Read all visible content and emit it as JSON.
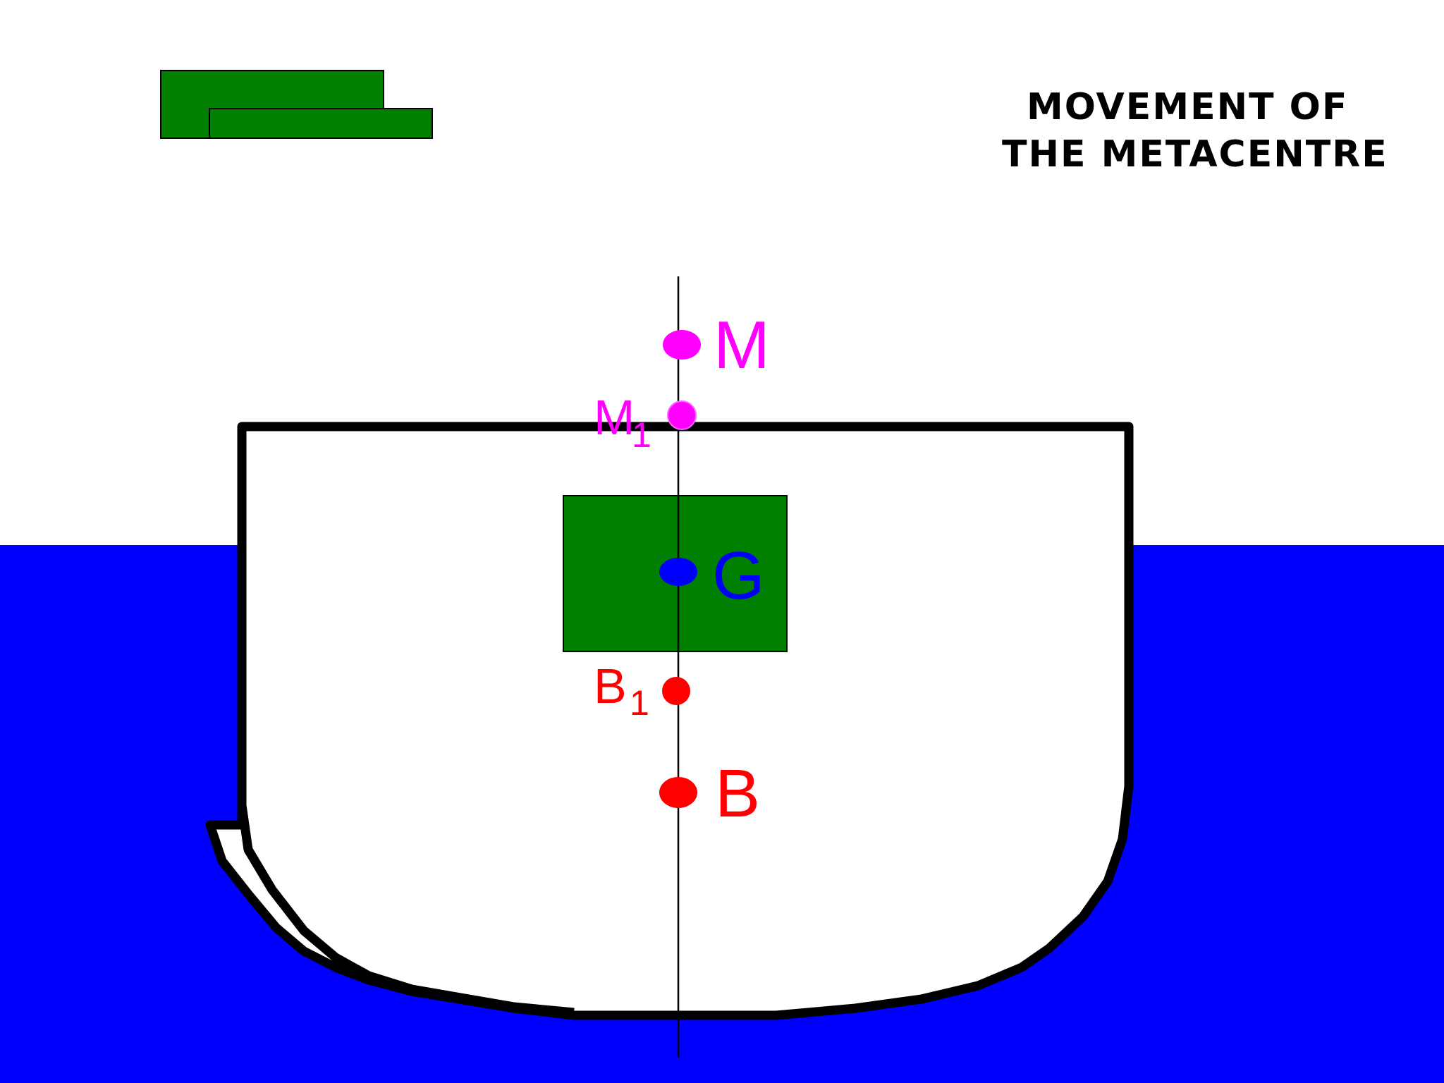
{
  "title": {
    "line1": "MOVEMENT OF",
    "line2": "THE METACENTRE"
  },
  "points": {
    "M": {
      "label": "M",
      "color": "#ff00ff"
    },
    "M1": {
      "label": "M",
      "subscript": "1",
      "color": "#ff00ff"
    },
    "G": {
      "label": "G",
      "color": "#0000ff"
    },
    "B1": {
      "label": "B",
      "subscript": "1",
      "color": "#ff0000"
    },
    "B": {
      "label": "B",
      "color": "#ff0000"
    }
  },
  "colors": {
    "water": "#0000ff",
    "weight_block": "#007f00",
    "hull_outline": "#000000",
    "hull_fill": "#ffffff"
  }
}
